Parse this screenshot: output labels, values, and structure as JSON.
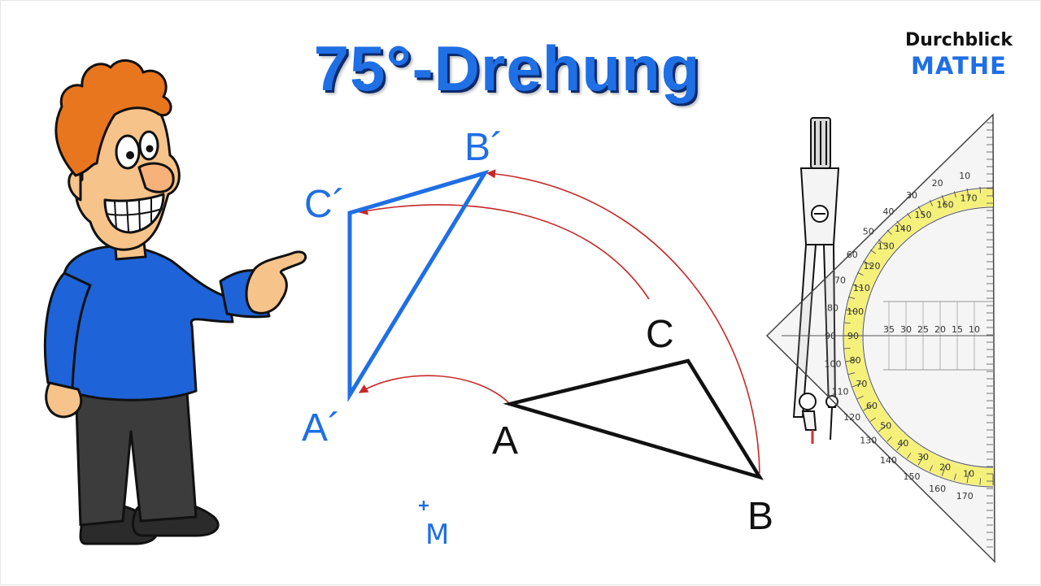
{
  "title": "75°-Drehung",
  "brand": {
    "line1": "Durchblick",
    "line2": "MATHE"
  },
  "center_label": "M",
  "original_triangle": {
    "A": "A",
    "B": "B",
    "C": "C"
  },
  "image_triangle": {
    "A": "A´",
    "B": "B´",
    "C": "C´"
  },
  "protractor": {
    "outer_degree_labels": [
      "10",
      "20",
      "30",
      "40",
      "50",
      "60",
      "70",
      "80",
      "90",
      "100",
      "110",
      "120",
      "130",
      "140",
      "150",
      "160",
      "170"
    ],
    "inner_degree_labels": [
      "10",
      "20",
      "30",
      "40",
      "50",
      "60",
      "70",
      "80",
      "90",
      "100",
      "110",
      "120",
      "130",
      "140",
      "150",
      "160",
      "170"
    ],
    "center_scale_labels": [
      "35",
      "30",
      "25",
      "20",
      "15",
      "10"
    ]
  },
  "colors": {
    "title": "#1f6fe5",
    "image_triangle": "#1f6fe5",
    "original_triangle": "#111111",
    "arcs": "#c62828",
    "protractor_band": "#f5f07a",
    "person_shirt": "#1e63d8",
    "person_hair": "#e8761e"
  }
}
